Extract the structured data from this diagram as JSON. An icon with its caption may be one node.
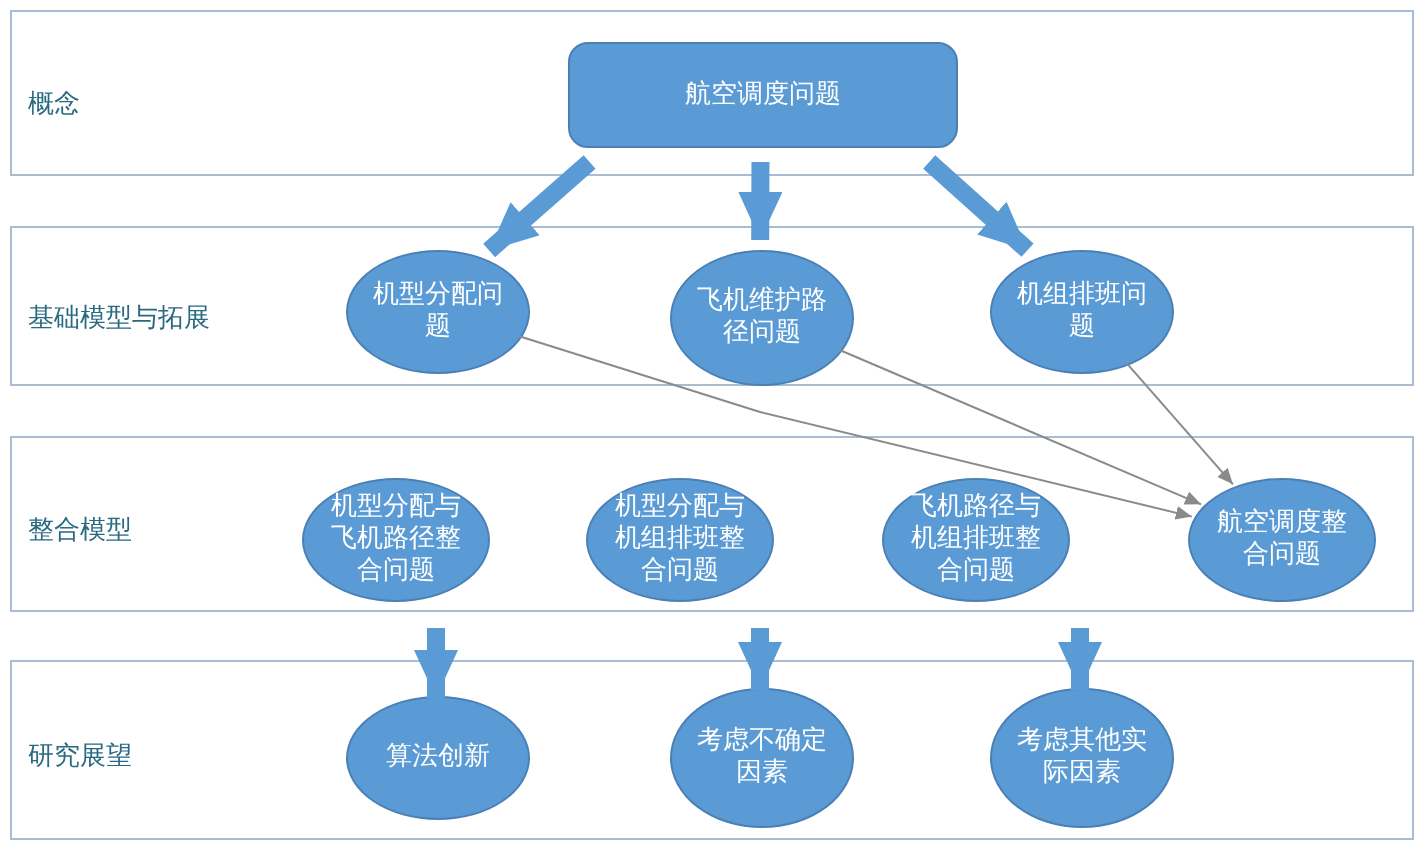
{
  "diagram": {
    "nodes": [
      {
        "text": [
          "概念"
        ]
      },
      {
        "text": [
          "航空调度问题"
        ],
        "in": 0
      },
      {
        "text": [
          "基础模型与拓展"
        ]
      },
      {
        "text": [
          "机型分配问题"
        ],
        "in": 2
      },
      {
        "text": [
          "飞机维护路径问题"
        ],
        "in": 2
      },
      {
        "text": [
          "机组排班问题"
        ],
        "in": 2
      },
      {
        "text": [
          "整合模型"
        ]
      },
      {
        "text": [
          "机型分配与飞机路径整合问题"
        ],
        "in": 6
      },
      {
        "text": [
          "机型分配与机组排班整合问题"
        ],
        "in": 6
      },
      {
        "text": [
          "飞机路径与机组排班整合问题"
        ],
        "in": 6
      },
      {
        "text": [
          "航空调度整合问题"
        ],
        "in": 6
      },
      {
        "text": [
          "研究展望"
        ]
      },
      {
        "text": [
          "算法创新"
        ],
        "in": 11
      },
      {
        "text": [
          "考虑不确定因素"
        ],
        "in": 11
      },
      {
        "text": [
          "考虑其他实际因素"
        ],
        "in": 11
      }
    ],
    "edges": [
      {
        "from": 1,
        "to": 3,
        "arrow": "to"
      },
      {
        "from": 1,
        "to": 4,
        "arrow": "to"
      },
      {
        "from": 1,
        "to": 5,
        "arrow": "to"
      },
      {
        "from": 3,
        "to": 10,
        "arrow": "to",
        "color": "#8a8a8a"
      },
      {
        "from": 4,
        "to": 10,
        "arrow": "to",
        "color": "#8a8a8a"
      },
      {
        "from": 5,
        "to": 10,
        "arrow": "to",
        "color": "#8a8a8a"
      },
      {
        "from": 6,
        "to": 12,
        "arrow": "to"
      },
      {
        "from": 6,
        "to": 13,
        "arrow": "to"
      },
      {
        "from": 6,
        "to": 14,
        "arrow": "to"
      }
    ]
  }
}
